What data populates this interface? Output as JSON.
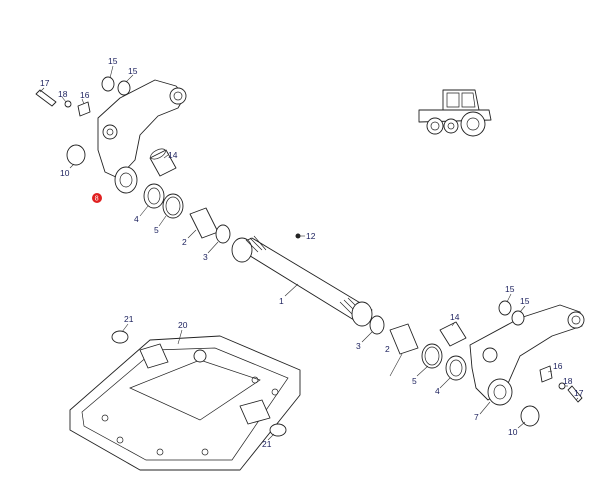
{
  "diagram": {
    "callouts": [
      {
        "id": "c17a",
        "text": "17"
      },
      {
        "id": "c18a",
        "text": "18"
      },
      {
        "id": "c16a",
        "text": "16"
      },
      {
        "id": "c15a",
        "text": "15"
      },
      {
        "id": "c15b",
        "text": "15"
      },
      {
        "id": "c14a",
        "text": "14"
      },
      {
        "id": "c10a",
        "text": "10"
      },
      {
        "id": "c4a",
        "text": "4"
      },
      {
        "id": "c5a",
        "text": "5"
      },
      {
        "id": "c2a",
        "text": "2"
      },
      {
        "id": "c3a",
        "text": "3"
      },
      {
        "id": "c12",
        "text": "12"
      },
      {
        "id": "c1",
        "text": "1"
      },
      {
        "id": "c3b",
        "text": "3"
      },
      {
        "id": "c2b",
        "text": "2"
      },
      {
        "id": "c5b",
        "text": "5"
      },
      {
        "id": "c4b",
        "text": "4"
      },
      {
        "id": "c14b",
        "text": "14"
      },
      {
        "id": "c15c",
        "text": "15"
      },
      {
        "id": "c15d",
        "text": "15"
      },
      {
        "id": "c16b",
        "text": "16"
      },
      {
        "id": "c18b",
        "text": "18"
      },
      {
        "id": "c17b",
        "text": "17"
      },
      {
        "id": "c7",
        "text": "7"
      },
      {
        "id": "c10b",
        "text": "10"
      },
      {
        "id": "c20",
        "text": "20"
      },
      {
        "id": "c21a",
        "text": "21"
      },
      {
        "id": "c21b",
        "text": "21"
      }
    ],
    "highlight_callout": {
      "text": "8",
      "color": "#e02020"
    },
    "label_color": "#1a1f5c",
    "tractor_icon": "tractor-icon"
  }
}
